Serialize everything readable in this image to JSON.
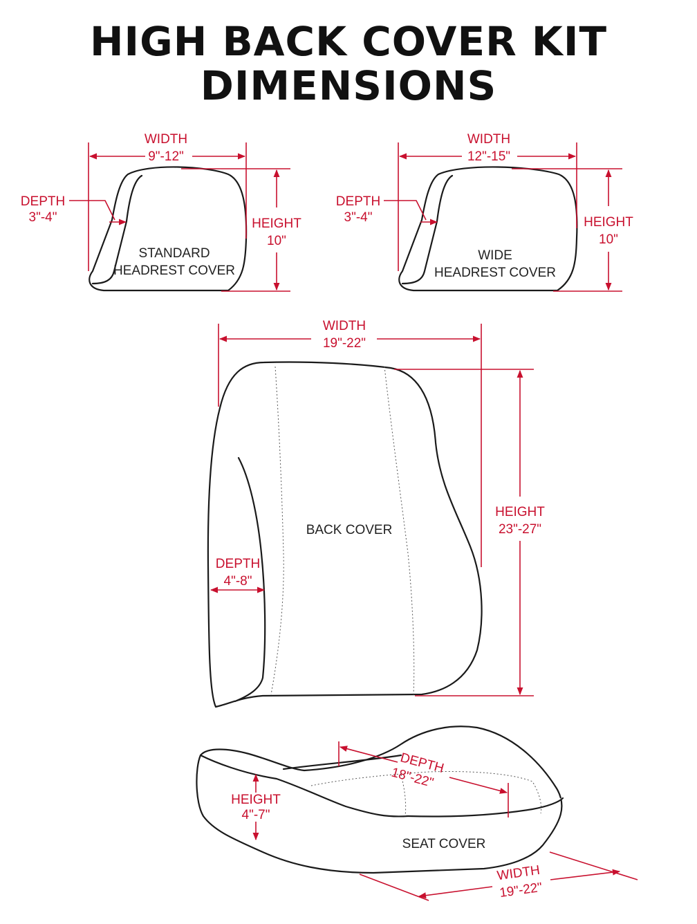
{
  "title": {
    "line1": "HIGH BACK COVER KIT",
    "line2": "DIMENSIONS"
  },
  "colors": {
    "dimension": "#c8102e",
    "outline": "#1a1a1a",
    "text": "#111111"
  },
  "standard_headrest": {
    "label1": "STANDARD",
    "label2": "HEADREST COVER",
    "width_label": "WIDTH",
    "width_value": "9\"-12\"",
    "depth_label": "DEPTH",
    "depth_value": "3\"-4\"",
    "height_label": "HEIGHT",
    "height_value": "10\""
  },
  "wide_headrest": {
    "label1": "WIDE",
    "label2": "HEADREST COVER",
    "width_label": "WIDTH",
    "width_value": "12\"-15\"",
    "depth_label": "DEPTH",
    "depth_value": "3\"-4\"",
    "height_label": "HEIGHT",
    "height_value": "10\""
  },
  "back_cover": {
    "label": "BACK COVER",
    "width_label": "WIDTH",
    "width_value": "19\"-22\"",
    "depth_label": "DEPTH",
    "depth_value": "4\"-8\"",
    "height_label": "HEIGHT",
    "height_value": "23\"-27\""
  },
  "seat_cover": {
    "label": "SEAT COVER",
    "height_label": "HEIGHT",
    "height_value": "4\"-7\"",
    "depth_label": "DEPTH",
    "depth_value": "18\"-22\"",
    "width_label": "WIDTH",
    "width_value": "19\"-22\""
  }
}
